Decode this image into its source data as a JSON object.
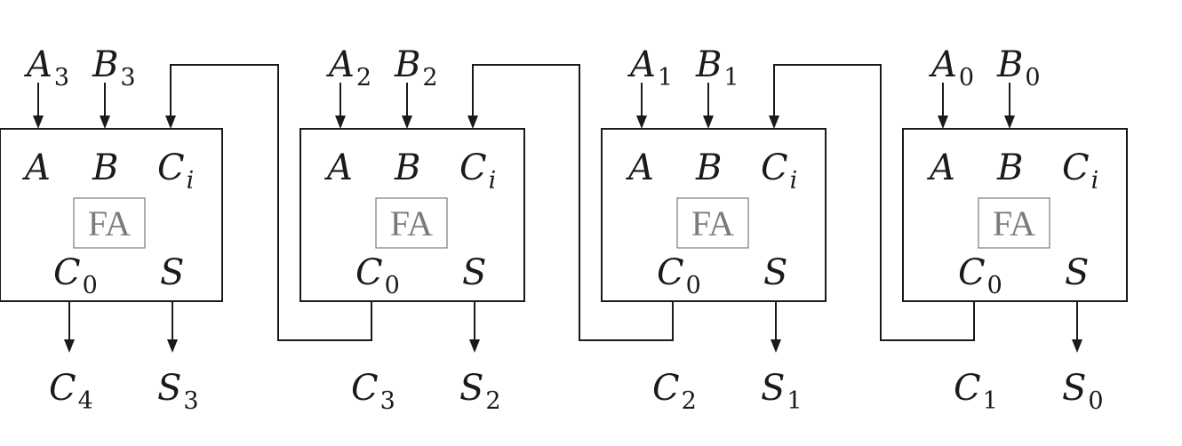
{
  "adders": [
    {
      "inputs": [
        {
          "base": "A",
          "sub": "3"
        },
        {
          "base": "B",
          "sub": "3"
        }
      ],
      "ports": {
        "a": "A",
        "b": "B",
        "ci_base": "C",
        "ci_sub": "i",
        "co_base": "C",
        "co_sub": "0",
        "s": "S"
      },
      "block_label": "FA",
      "outputs": [
        {
          "base": "C",
          "sub": "4"
        },
        {
          "base": "S",
          "sub": "3"
        }
      ]
    },
    {
      "inputs": [
        {
          "base": "A",
          "sub": "2"
        },
        {
          "base": "B",
          "sub": "2"
        }
      ],
      "ports": {
        "a": "A",
        "b": "B",
        "ci_base": "C",
        "ci_sub": "i",
        "co_base": "C",
        "co_sub": "0",
        "s": "S"
      },
      "block_label": "FA",
      "outputs": [
        {
          "base": "C",
          "sub": "3"
        },
        {
          "base": "S",
          "sub": "2"
        }
      ]
    },
    {
      "inputs": [
        {
          "base": "A",
          "sub": "1"
        },
        {
          "base": "B",
          "sub": "1"
        }
      ],
      "ports": {
        "a": "A",
        "b": "B",
        "ci_base": "C",
        "ci_sub": "i",
        "co_base": "C",
        "co_sub": "0",
        "s": "S"
      },
      "block_label": "FA",
      "outputs": [
        {
          "base": "C",
          "sub": "2"
        },
        {
          "base": "S",
          "sub": "1"
        }
      ]
    },
    {
      "inputs": [
        {
          "base": "A",
          "sub": "0"
        },
        {
          "base": "B",
          "sub": "0"
        }
      ],
      "ports": {
        "a": "A",
        "b": "B",
        "ci_base": "C",
        "ci_sub": "i",
        "co_base": "C",
        "co_sub": "0",
        "s": "S"
      },
      "block_label": "FA",
      "outputs": [
        {
          "base": "C",
          "sub": "1"
        },
        {
          "base": "S",
          "sub": "0"
        }
      ]
    }
  ],
  "colors": {
    "stroke": "#1a1a1a",
    "fa_label": "#7a7a7a"
  }
}
